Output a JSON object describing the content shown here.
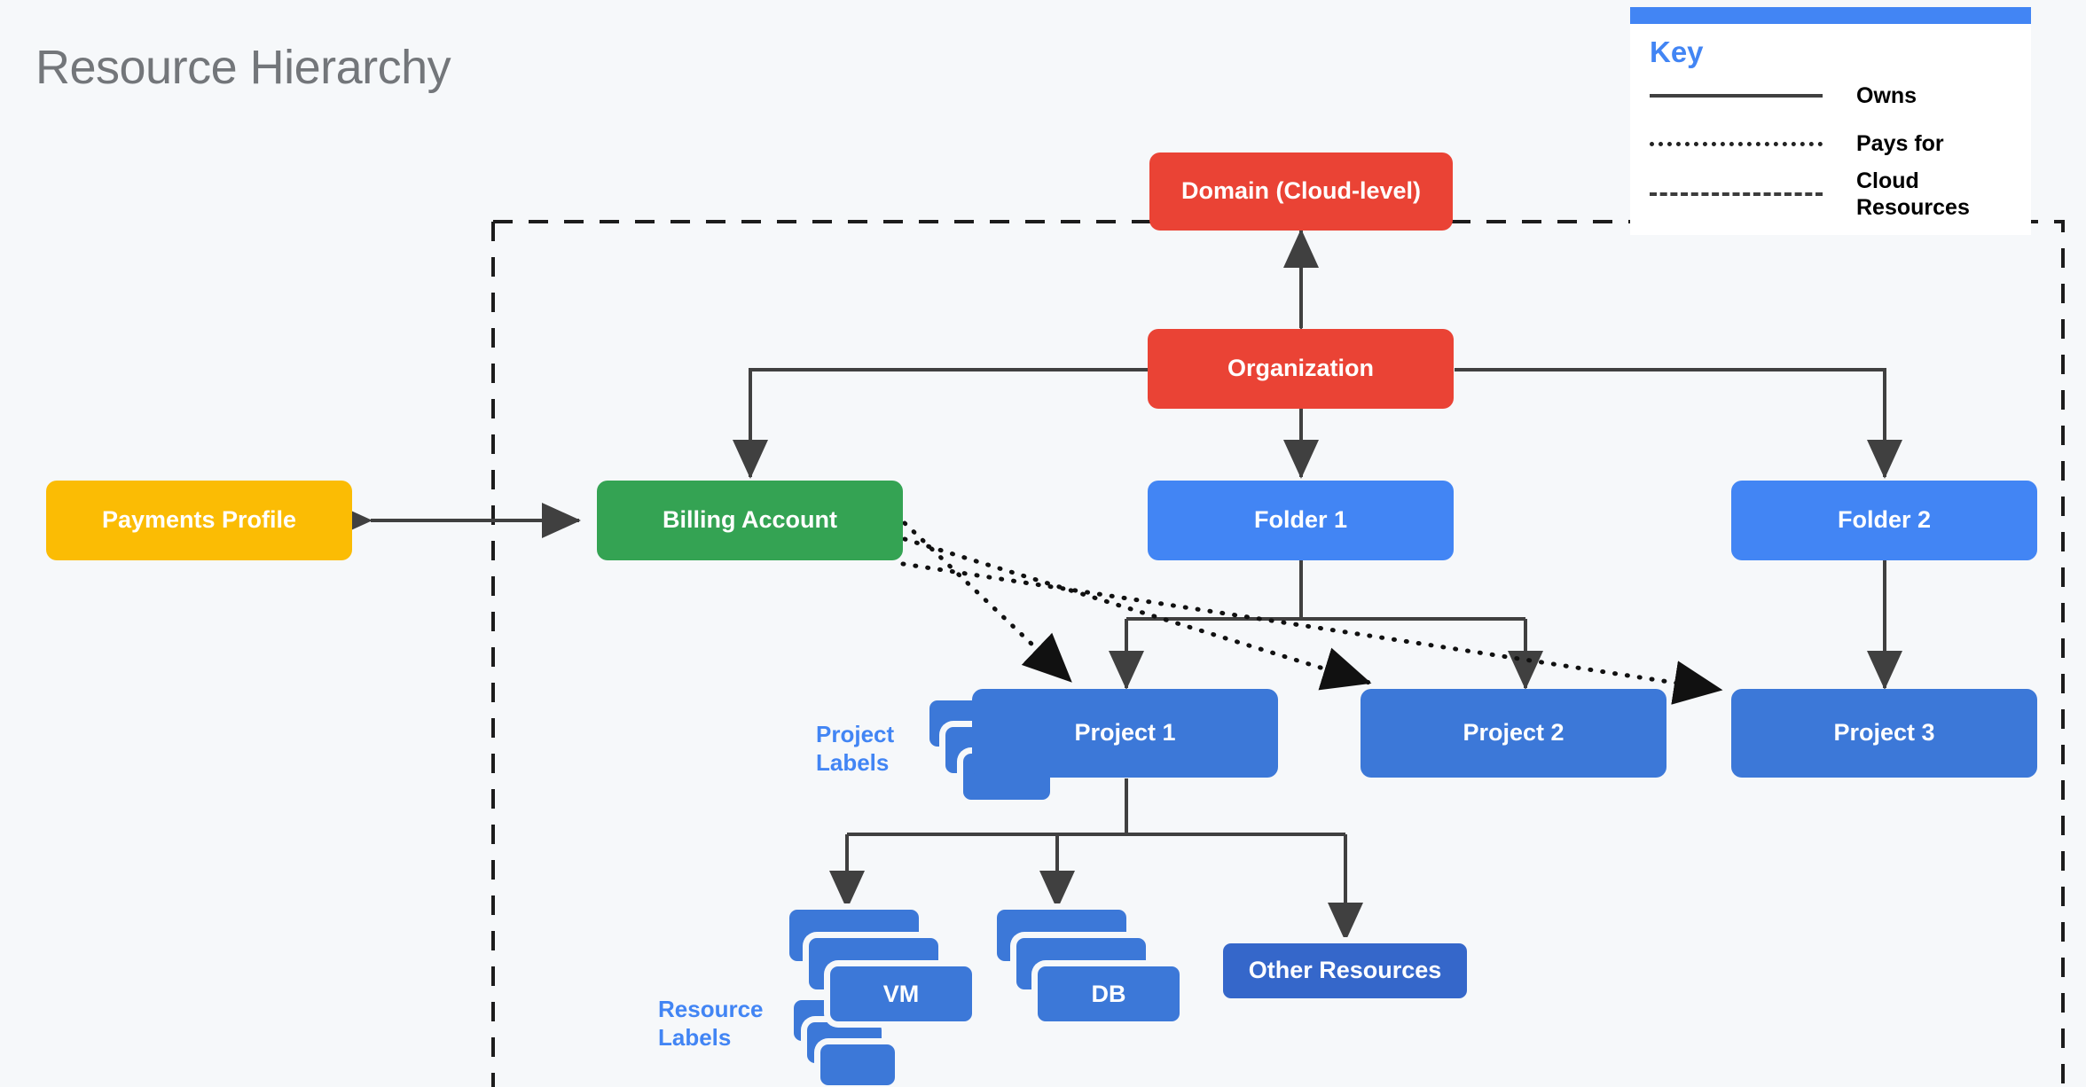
{
  "title": "Resource Hierarchy",
  "legend": {
    "title": "Key",
    "rows": [
      {
        "style": "solid",
        "label": "Owns"
      },
      {
        "style": "dotted",
        "label": "Pays for"
      },
      {
        "style": "dashed",
        "label": "Cloud Resources"
      }
    ]
  },
  "colors": {
    "background": "#f6f8fa",
    "title_text": "#73767a",
    "red": "#ea4335",
    "green": "#34a353",
    "yellow": "#fbbc04",
    "blue_light": "#4285f4",
    "blue_medium": "#3c78d8",
    "blue_dark": "#3567ca",
    "connector": "#404040",
    "accent": "#4285f4"
  },
  "nodes": {
    "domain": "Domain (Cloud-level)",
    "organization": "Organization",
    "payments_profile": "Payments Profile",
    "billing_account": "Billing Account",
    "folder1": "Folder 1",
    "folder2": "Folder 2",
    "project1": "Project 1",
    "project2": "Project 2",
    "project3": "Project 3",
    "vm": "VM",
    "db": "DB",
    "other_resources": "Other Resources"
  },
  "captions": {
    "project_labels": "Project\nLabels",
    "resource_labels": "Resource\nLabels"
  },
  "boundary": {
    "name": "cloud-resources-boundary",
    "style": "dashed"
  },
  "edges": [
    {
      "from": "organization",
      "to": "domain",
      "type": "owns",
      "arrows": "both"
    },
    {
      "from": "organization",
      "to": "billing_account",
      "type": "owns",
      "arrows": "to"
    },
    {
      "from": "organization",
      "to": "folder1",
      "type": "owns",
      "arrows": "to"
    },
    {
      "from": "organization",
      "to": "folder2",
      "type": "owns",
      "arrows": "to"
    },
    {
      "from": "payments_profile",
      "to": "billing_account",
      "type": "owns",
      "arrows": "both"
    },
    {
      "from": "folder1",
      "to": "project1",
      "type": "owns",
      "arrows": "to"
    },
    {
      "from": "folder1",
      "to": "project2",
      "type": "owns",
      "arrows": "to"
    },
    {
      "from": "folder2",
      "to": "project3",
      "type": "owns",
      "arrows": "to"
    },
    {
      "from": "project1",
      "to": "vm",
      "type": "owns",
      "arrows": "to"
    },
    {
      "from": "project1",
      "to": "db",
      "type": "owns",
      "arrows": "to"
    },
    {
      "from": "project1",
      "to": "other_resources",
      "type": "owns",
      "arrows": "to"
    },
    {
      "from": "billing_account",
      "to": "project1",
      "type": "pays-for",
      "arrows": "to"
    },
    {
      "from": "billing_account",
      "to": "project2",
      "type": "pays-for",
      "arrows": "to"
    },
    {
      "from": "billing_account",
      "to": "project3",
      "type": "pays-for",
      "arrows": "to"
    }
  ]
}
